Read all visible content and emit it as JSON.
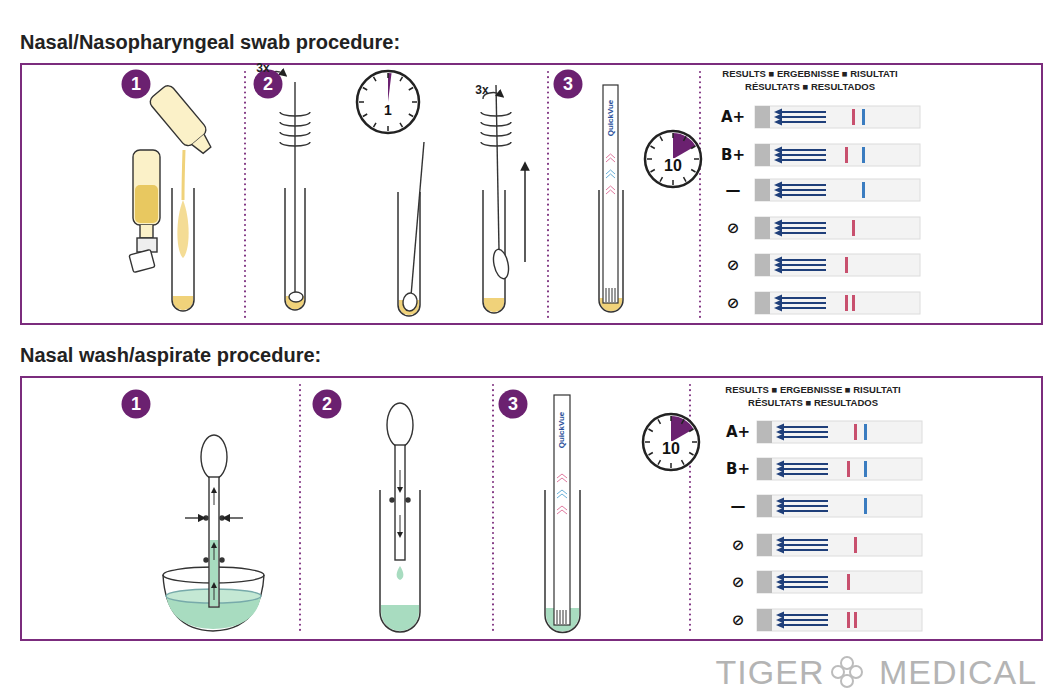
{
  "diagram": {
    "nodes": [
      {
        "text": [
          "Nasal/Nasopharyngeal swab procedure:"
        ]
      },
      {
        "text": [
          "1"
        ],
        "in": 0
      },
      {
        "text": [
          "2"
        ],
        "in": 0
      },
      {
        "text": [
          "1"
        ],
        "in": 0
      },
      {
        "text": [
          "3"
        ],
        "in": 0
      },
      {
        "text": [
          "10"
        ],
        "in": 0
      },
      {
        "text": [
          "Nasal wash/aspirate procedure:"
        ]
      },
      {
        "text": [
          "1"
        ],
        "in": 6
      },
      {
        "text": [
          "2"
        ],
        "in": 6
      },
      {
        "text": [
          "3"
        ],
        "in": 6
      },
      {
        "text": [
          "10"
        ],
        "in": 6
      }
    ],
    "labels": [
      "3x",
      "3x",
      "RESULTS ■ ERGEBNISSE ■ RISULTATI",
      "RÉSULTATS ■ RESULTADOS",
      "A+",
      "B+",
      "—",
      "⊘",
      "⊘",
      "⊘",
      "QuickVue",
      "RESULTS ■ ERGEBNISSE ■ RISULTATI",
      "RÉSULTATS ■ RESULTADOS",
      "A+",
      "B+",
      "—",
      "⊘",
      "⊘",
      "⊘",
      "QuickVue",
      "TIGER",
      "MEDICAL"
    ]
  }
}
